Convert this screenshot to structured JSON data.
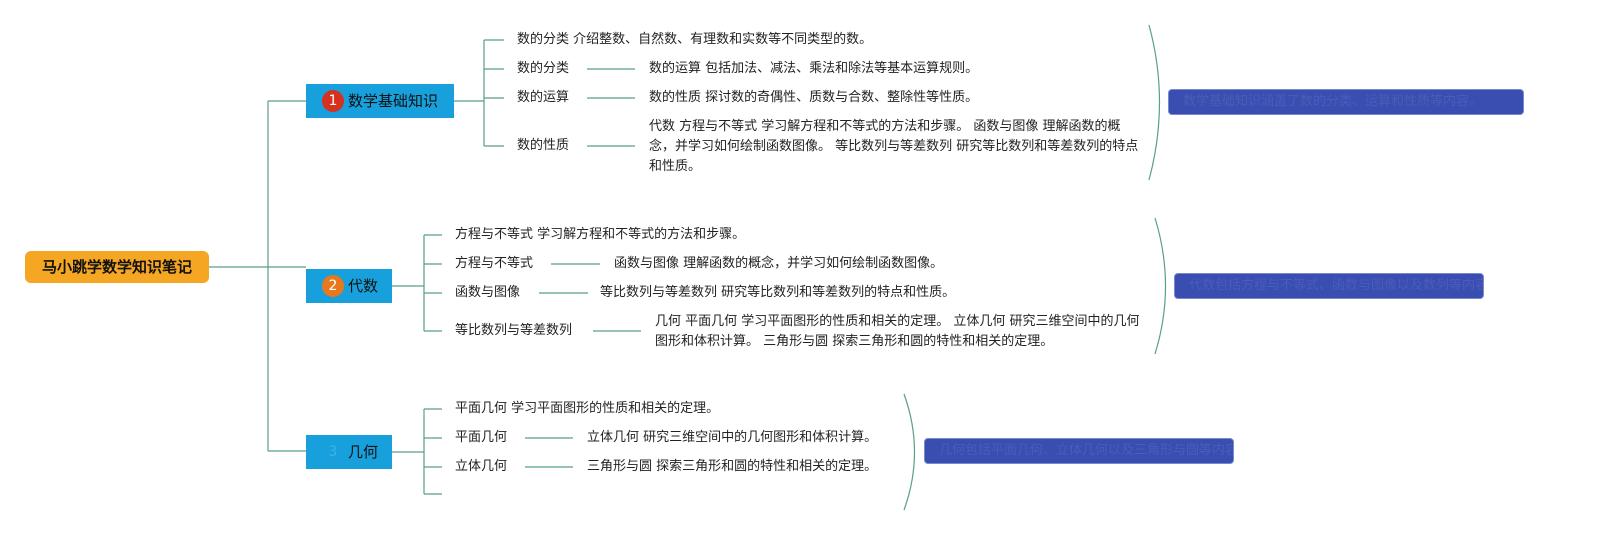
{
  "root": {
    "label": "马小跳学数学知识笔记"
  },
  "branches": [
    {
      "number": "1",
      "number_color": "#d6301f",
      "label": "数学基础知识",
      "items": [
        "数的分类 介绍整数、自然数、有理数和实数等不同类型的数。",
        "数的分类",
        "数的运算",
        "数的性质"
      ],
      "details": [
        "数的运算 包括加法、减法、乘法和除法等基本运算规则。",
        "数的性质 探讨数的奇偶性、质数与合数、整除性等性质。",
        "代数 方程与不等式 学习解方程和不等式的方法和步骤。 函数与图像 理解函数的概念，并学习如何绘制函数图像。 等比数列与等差数列 研究等比数列和等差数列的特点和性质。"
      ],
      "summary": "数学基础知识涵盖了数的分类、运算和性质等内容。"
    },
    {
      "number": "2",
      "number_color": "#e8781e",
      "label": "代数",
      "items": [
        "方程与不等式 学习解方程和不等式的方法和步骤。",
        "方程与不等式",
        "函数与图像",
        "等比数列与等差数列"
      ],
      "details": [
        "函数与图像 理解函数的概念，并学习如何绘制函数图像。",
        "等比数列与等差数列 研究等比数列和等差数列的特点和性质。",
        "几何 平面几何 学习平面图形的性质和相关的定理。 立体几何 研究三维空间中的几何图形和体积计算。 三角形与圆 探索三角形和圆的特性和相关的定理。"
      ],
      "summary": "代数包括方程与不等式、函数与图像以及数列等内容。"
    },
    {
      "number": "3",
      "number_color": "#17a0dc",
      "label": "几何",
      "items": [
        "平面几何 学习平面图形的性质和相关的定理。",
        "平面几何",
        "立体几何",
        ""
      ],
      "details": [
        "立体几何 研究三维空间中的几何图形和体积计算。",
        "三角形与圆 探索三角形和圆的特性和相关的定理。"
      ],
      "summary": "几何包括平面几何、立体几何以及三角形与圆等内容。"
    }
  ],
  "colors": {
    "connector": "#5a9e8a",
    "summary_bg": "#3a4db1",
    "branch_bg": "#17a0dc",
    "root_bg": "#f5a623"
  }
}
